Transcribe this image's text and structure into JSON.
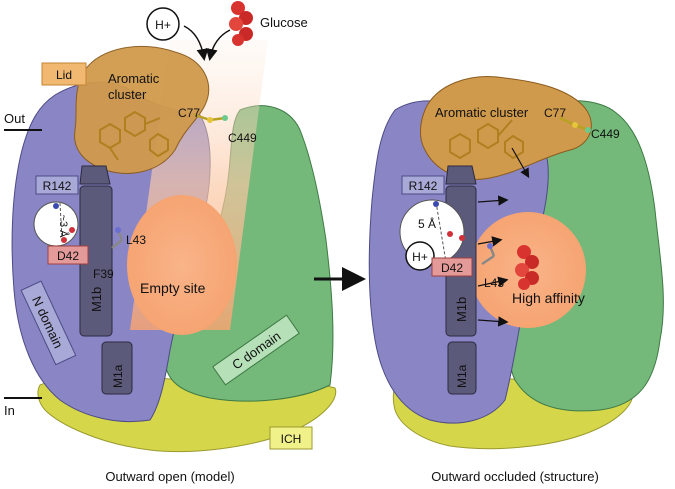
{
  "top": {
    "proton_label": "H+",
    "glucose_label": "Glucose"
  },
  "membrane": {
    "out_label": "Out",
    "in_label": "In"
  },
  "left_panel": {
    "lid_label": "Lid",
    "aromatic_label_line1": "Aromatic",
    "aromatic_label_line2": "cluster",
    "c77": "C77",
    "c449": "C449",
    "r142": "R142",
    "distance": "~3 Å",
    "d42": "D42",
    "l43": "L43",
    "f39": "F39",
    "m1b": "M1b",
    "m1a": "M1a",
    "empty_site": "Empty site",
    "n_domain": "N domain",
    "c_domain": "C domain",
    "ich": "ICH",
    "caption": "Outward open (model)"
  },
  "right_panel": {
    "aromatic_label": "Aromatic cluster",
    "c77": "C77",
    "c449": "C449",
    "r142": "R142",
    "distance": "5 Å",
    "proton": "H+",
    "d42": "D42",
    "l43": "L43",
    "high_affinity": "High affinity",
    "m1b": "M1b",
    "m1a": "M1a",
    "caption": "Outward occluded (structure)"
  },
  "colors": {
    "n_domain": "#8a86c6",
    "c_domain": "#74b87a",
    "ich": "#d6d64a",
    "lid": "#d09a4c",
    "site": "#f6a472",
    "helix": "#5c5a7a",
    "r142_box": "#8e8fc4",
    "d42_box": "#e59a9a"
  }
}
